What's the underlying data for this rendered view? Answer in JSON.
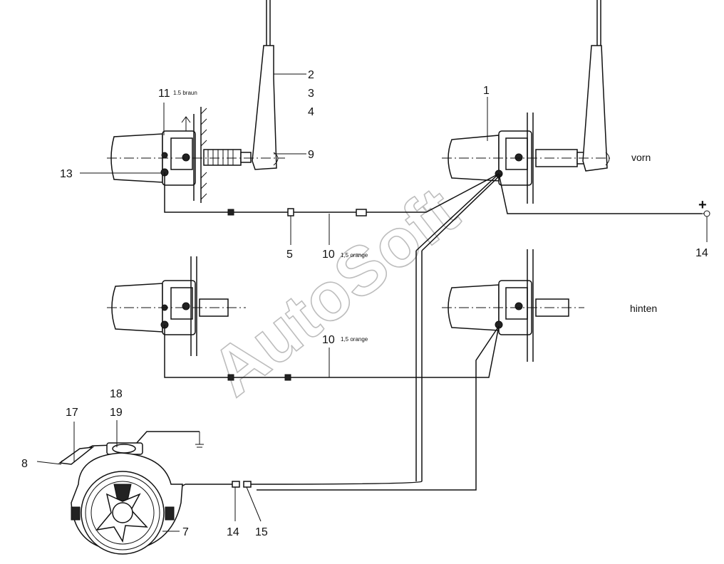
{
  "labels": {
    "n1": "1",
    "n2": "2",
    "n3": "3",
    "n4": "4",
    "n5": "5",
    "n7": "7",
    "n8": "8",
    "n9": "9",
    "n10_top": "10",
    "n10_top_sub": "1,5 orange",
    "n10_bottom": "10",
    "n10_bottom_sub": "1,5 orange",
    "n11": "11",
    "n11_sub": "1.5 braun",
    "n13": "13",
    "n14_right": "14",
    "n14_bottom": "14",
    "n15": "15",
    "n17": "17",
    "n18": "18",
    "n19": "19"
  },
  "section_labels": {
    "front": "vorn",
    "rear": "hinten"
  },
  "plus_sign": "+",
  "watermark": "AutoSoft",
  "colors": {
    "line": "#111111",
    "watermark": "#bdbdbd"
  }
}
